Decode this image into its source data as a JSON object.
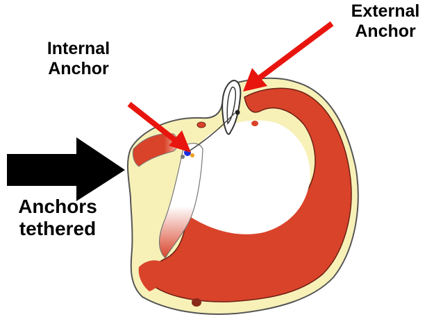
{
  "labels": {
    "external": [
      "External",
      "Anchor"
    ],
    "internal": [
      "Internal",
      "Anchor"
    ],
    "tethered": [
      "Anchors",
      "tethered"
    ]
  },
  "colors": {
    "muscle": "#d9432a",
    "arrow_red": "#e8150e",
    "arrow_black": "#000000",
    "fat": "#f7f1b8",
    "outline": "#666666"
  }
}
